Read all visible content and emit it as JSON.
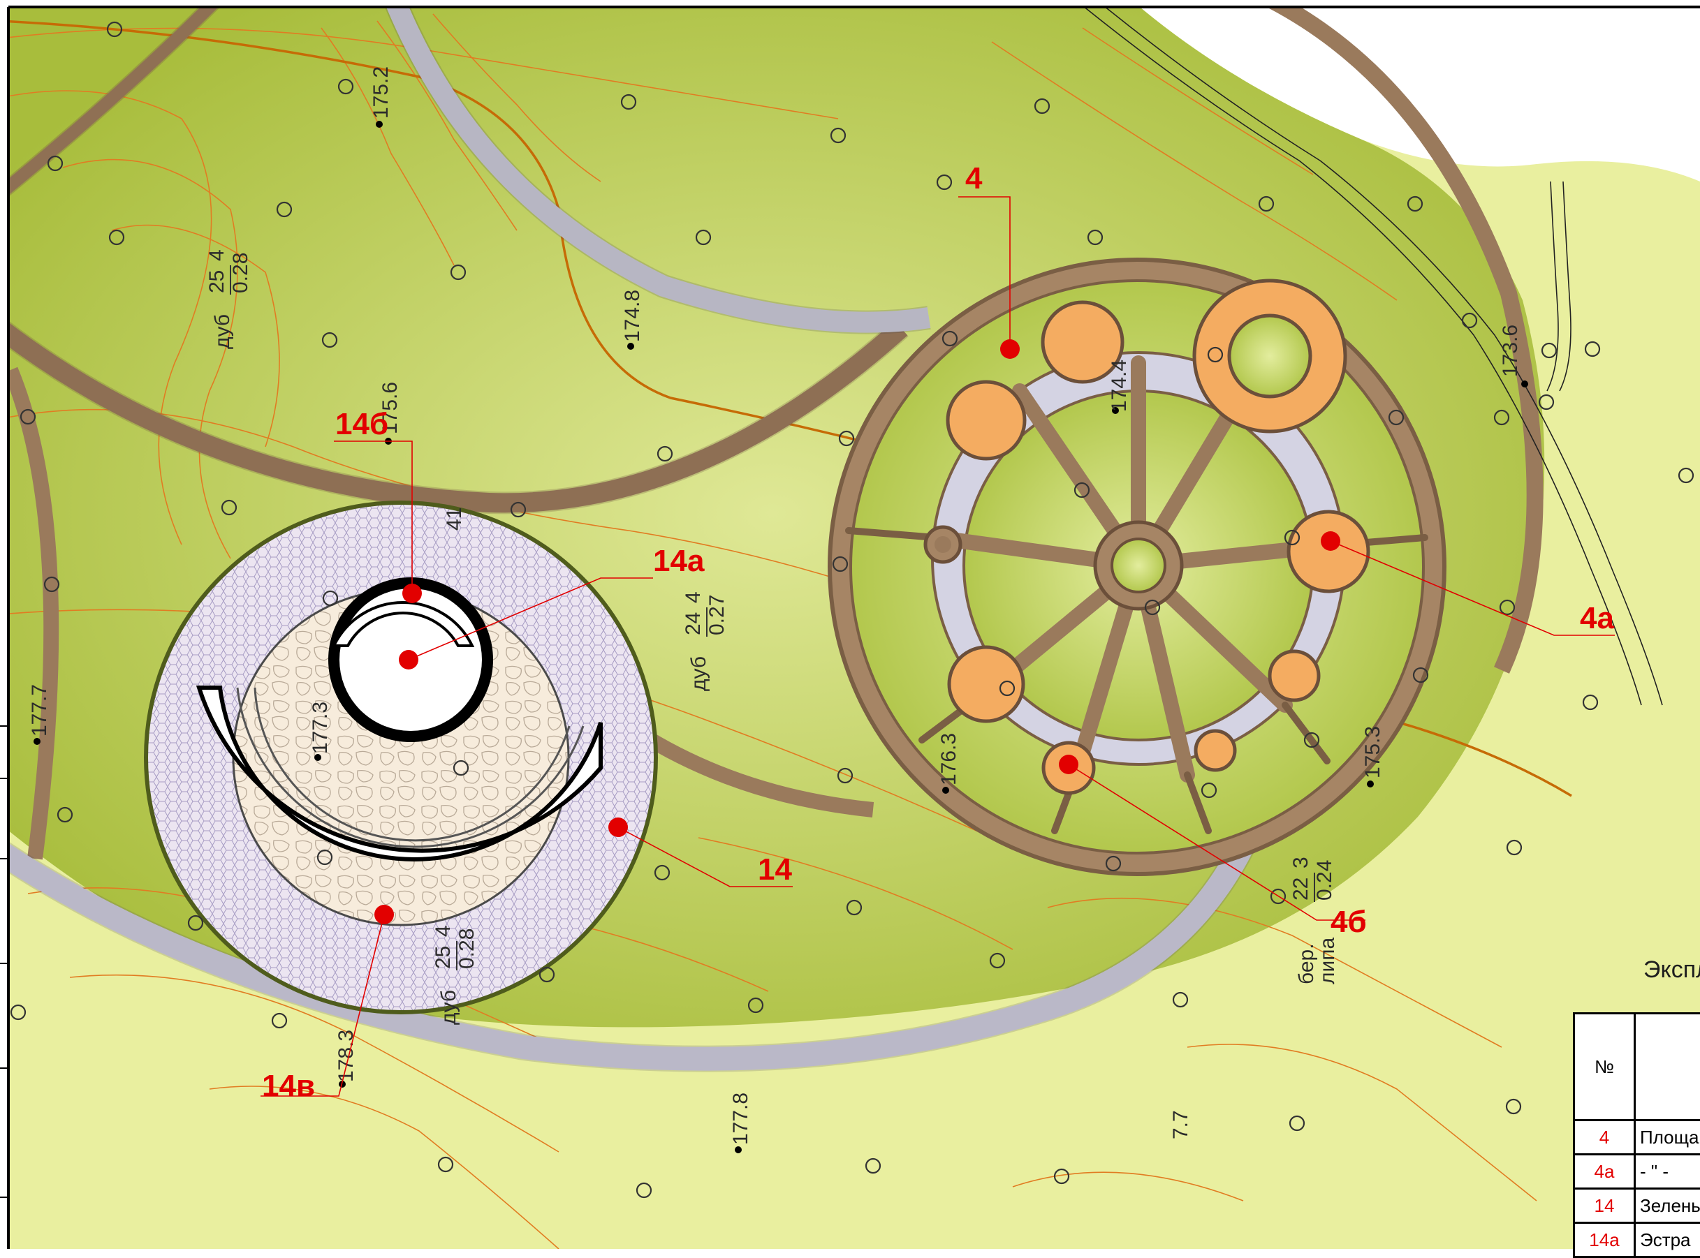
{
  "plan": {
    "elevations": [
      "175.2",
      "174.8",
      "175.6",
      "174.4",
      "173.6",
      "177.7",
      "177.3",
      "176.3",
      "175.3",
      "178.3",
      "177.8",
      "7.7"
    ],
    "markers": [
      "4",
      "4а",
      "14б",
      "14а",
      "14",
      "4б",
      "14в"
    ],
    "tree_tags": [
      {
        "species": "дуб",
        "fraction_top": "25",
        "fraction_bottom": "0.28",
        "suffix": "4"
      },
      {
        "species": "дуб",
        "fraction_top": "24",
        "fraction_bottom": "0.27",
        "suffix": "4"
      },
      {
        "species": "дуб",
        "fraction_top": "25",
        "fraction_bottom": "0.28",
        "suffix": "4"
      },
      {
        "species": "бер.",
        "species2": "липа",
        "fraction_top": "22",
        "fraction_bottom": "0.24",
        "suffix": "3"
      }
    ],
    "small_label": "41",
    "colors": {
      "lawn_light": "#e9ef9f",
      "lawn": "#c9d86c",
      "path_brown": "#9a7a5c",
      "paving": "#d4d3e3",
      "orange_bed": "#f4ac61",
      "contour": "#e17c22",
      "marker": "#e20000"
    }
  },
  "legend": {
    "title": "Экспл",
    "header_num": "№",
    "rows": [
      {
        "num": "4",
        "text": "Площа"
      },
      {
        "num": "4а",
        "text": "- \" -"
      },
      {
        "num": "14",
        "text": "Зелень"
      },
      {
        "num": "14а",
        "text": "Эстра"
      }
    ]
  }
}
